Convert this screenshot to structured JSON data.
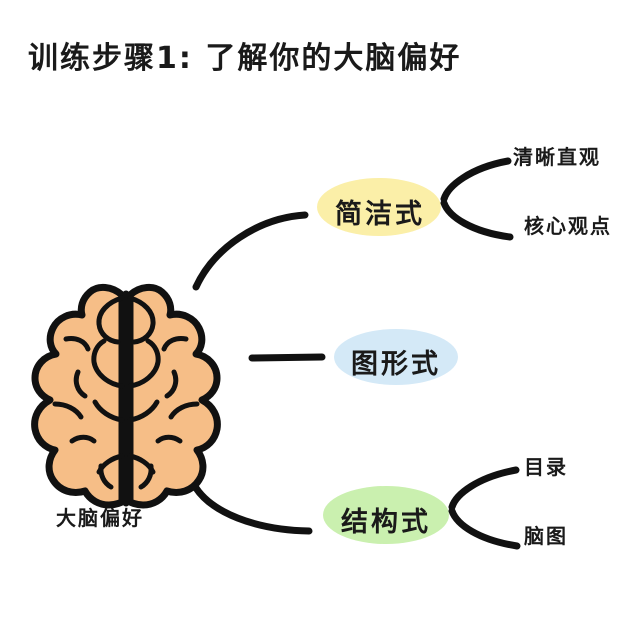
{
  "page": {
    "title": "训练步骤1:  了解你的大脑偏好",
    "background_color": "#ffffff",
    "ink_color": "#111111"
  },
  "brain": {
    "caption": "大脑偏好",
    "fill_color": "#F6BE87",
    "outline_color": "#111111"
  },
  "nodes": [
    {
      "id": "concise",
      "label": "简洁式",
      "bubble_color": "#FBEFA8",
      "branches": [
        {
          "label": "清晰直观"
        },
        {
          "label": "核心观点"
        }
      ]
    },
    {
      "id": "graphic",
      "label": "图形式",
      "bubble_color": "#D4E9F7",
      "branches": []
    },
    {
      "id": "structural",
      "label": "结构式",
      "bubble_color": "#CAF0AF",
      "branches": [
        {
          "label": "目录"
        },
        {
          "label": "脑图"
        }
      ]
    }
  ]
}
